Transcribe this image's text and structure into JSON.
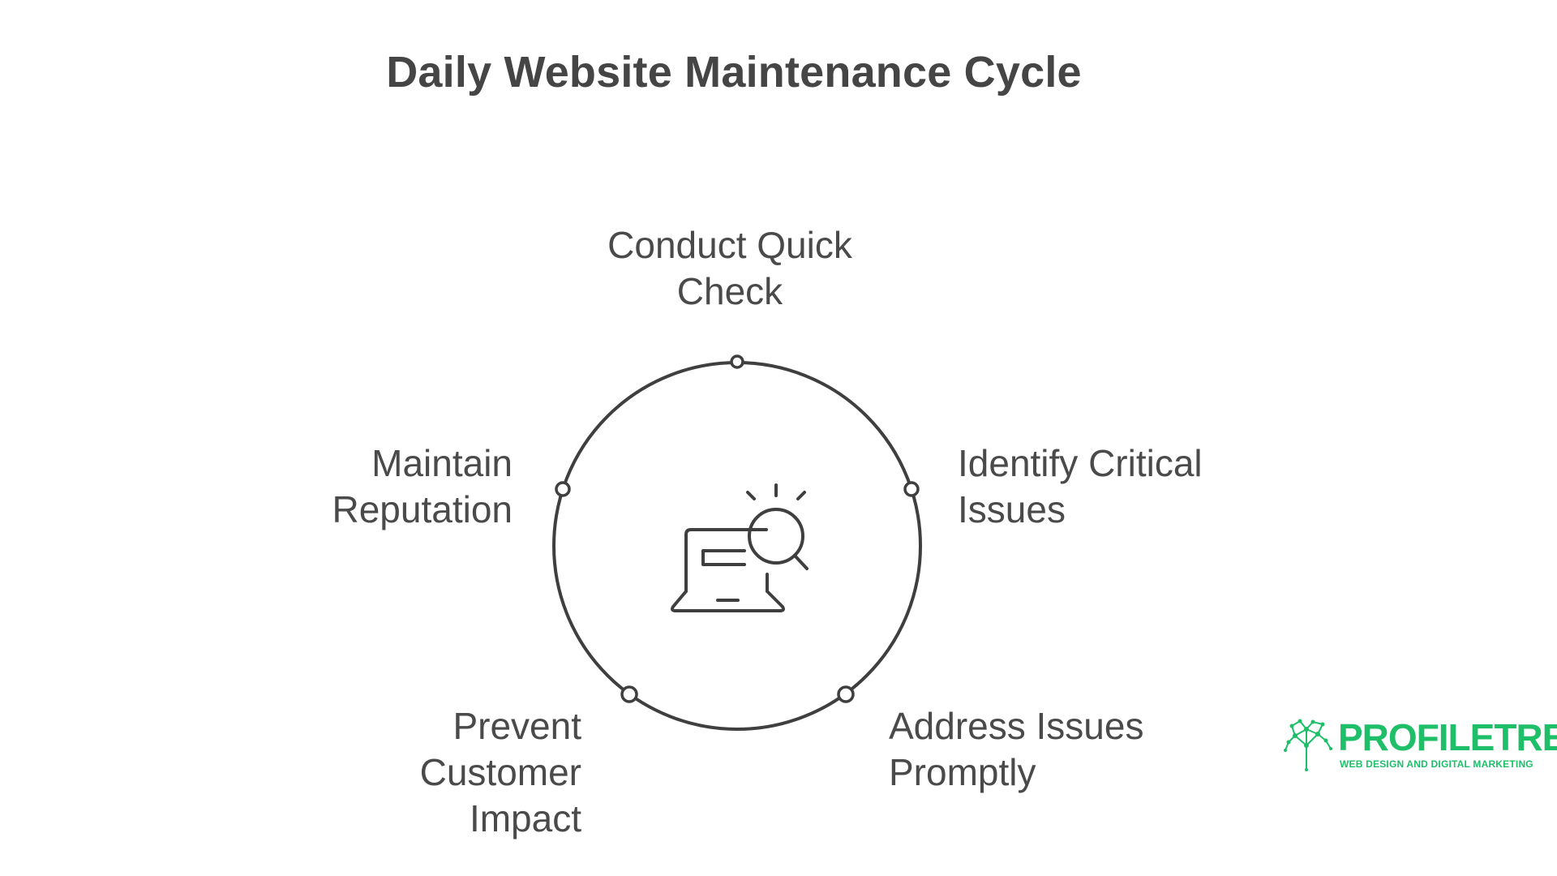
{
  "title": "Daily Website Maintenance Cycle",
  "steps": [
    {
      "lines": [
        "Conduct Quick",
        "Check"
      ]
    },
    {
      "lines": [
        "Identify Critical",
        "Issues"
      ]
    },
    {
      "lines": [
        "Address Issues",
        "Promptly"
      ]
    },
    {
      "lines": [
        "Prevent",
        "Customer",
        "Impact"
      ]
    },
    {
      "lines": [
        "Maintain",
        "Reputation"
      ]
    }
  ],
  "center_icon": "laptop-magnifier-icon",
  "colors": {
    "text": "#4a4a4a",
    "title": "#454545",
    "stroke": "#3f3f3f",
    "brand": "#1fbf6a"
  },
  "logo": {
    "name": "PROFILETREE",
    "tagline": "WEB DESIGN AND DIGITAL MARKETING"
  }
}
